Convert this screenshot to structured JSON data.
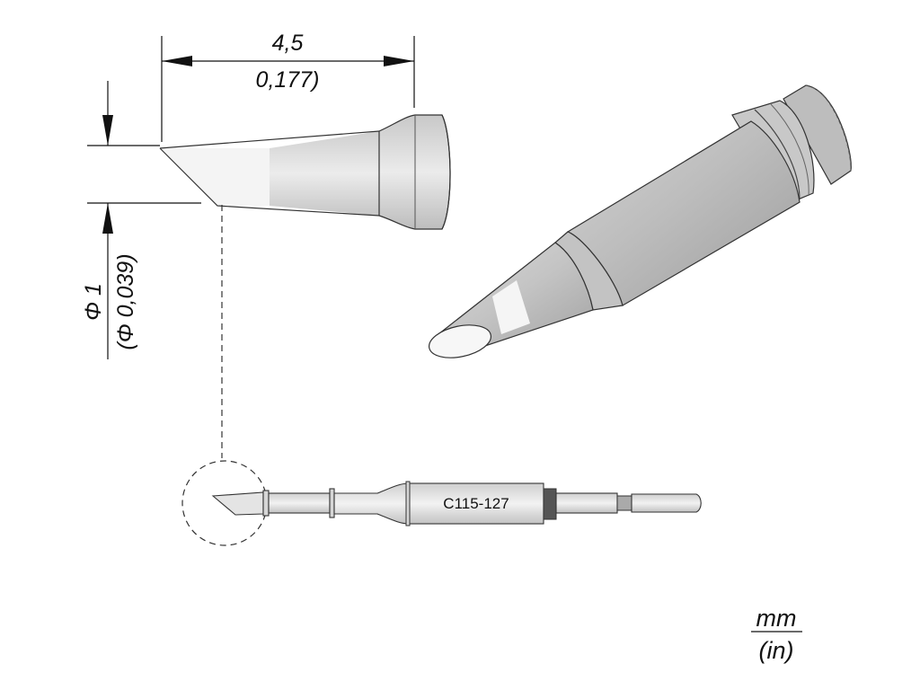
{
  "dimensions": {
    "length_mm": "4,5",
    "length_in": "0,177)",
    "diameter_mm": "Φ 1",
    "diameter_in": "(Φ 0,039)"
  },
  "part_number": "C115-127",
  "units": {
    "primary": "mm",
    "secondary": "(in)"
  }
}
